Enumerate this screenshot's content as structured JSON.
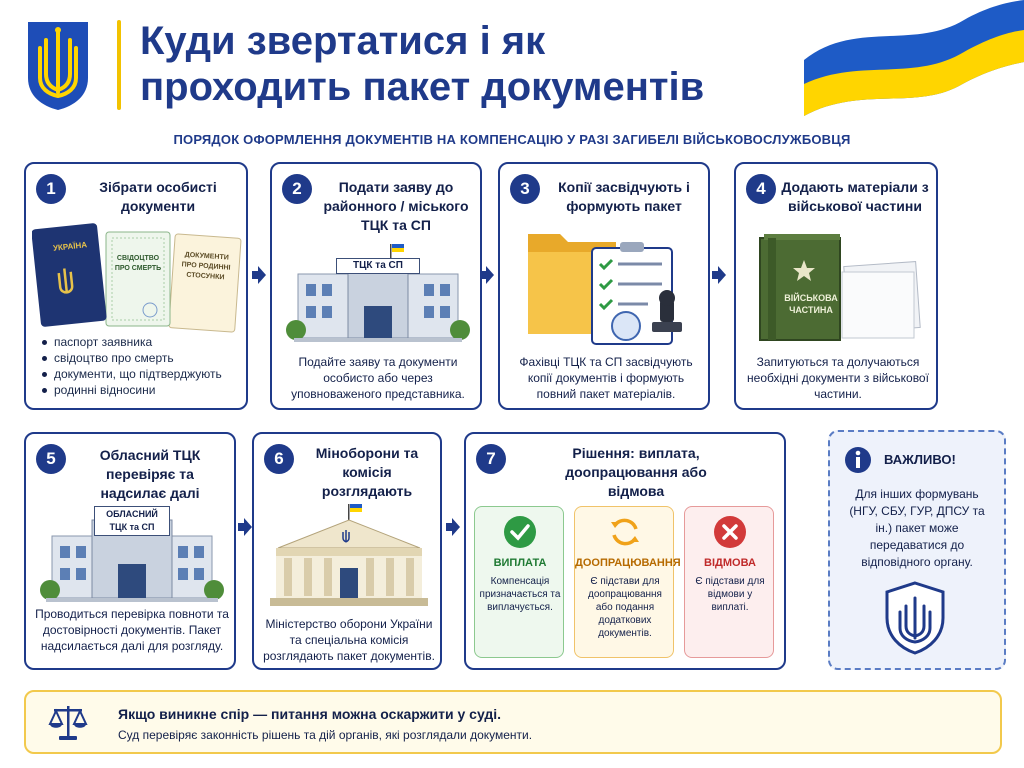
{
  "header": {
    "title_line1": "Куди звертатися і як",
    "title_line2": "проходить пакет документів",
    "subtitle": "ПОРЯДОК ОФОРМЛЕННЯ ДОКУМЕНТІВ НА КОМПЕНСАЦІЮ У РАЗІ ЗАГИБЕЛІ ВІЙСЬКОВОСЛУЖБОВЦЯ"
  },
  "steps": [
    {
      "number": "1",
      "title": "Зібрати особисті документи",
      "illustration": {
        "passport": "УКРАЇНА",
        "certificate": "СВІДОЦТВО ПРО СМЕРТЬ",
        "docs_line1": "ДОКУМЕНТИ",
        "docs_line2": "ПРО РОДИННІ",
        "docs_line3": "СТОСУНКИ"
      },
      "bullets": [
        "паспорт заявника",
        "свідоцтво про смерть",
        "документи, що підтверджують",
        "родинні відносини"
      ]
    },
    {
      "number": "2",
      "title": "Подати заяву до районного / міського ТЦК та СП",
      "sign": "ТЦК та СП",
      "description": "Подайте заяву та документи особисто або через уповноваженого представника."
    },
    {
      "number": "3",
      "title": "Копії засвідчують і формують пакет",
      "description": "Фахівці ТЦК та СП засвідчують копії документів і формують повний пакет матеріалів."
    },
    {
      "number": "4",
      "title": "Додають матеріали з військової частини",
      "folder_line1": "ВІЙСЬКОВА",
      "folder_line2": "ЧАСТИНА",
      "description": "Запитуються та долучаються необхідні документи з військової частини."
    },
    {
      "number": "5",
      "title": "Обласний ТЦК перевіряє та надсилає далі",
      "sign_line1": "ОБЛАСНИЙ",
      "sign_line2": "ТЦК та СП",
      "description": "Проводиться перевірка повноти та достовірності документів. Пакет надсилається далі для розгляду."
    },
    {
      "number": "6",
      "title": "Міноборони та комісія розглядають",
      "description": "Міністерство оборони України та спеціальна комісія розглядають пакет документів."
    },
    {
      "number": "7",
      "title": "Рішення: виплата, доопрацювання або відмова",
      "outcomes": [
        {
          "label": "ВИПЛАТА",
          "text": "Компенсація призначається та виплачується."
        },
        {
          "label": "ДООПРАЦЮВАННЯ",
          "text": "Є підстави для доопрацювання або подання додаткових документів."
        },
        {
          "label": "ВІДМОВА",
          "text": "Є підстави для відмови у виплаті."
        }
      ]
    }
  ],
  "important": {
    "title": "ВАЖЛИВО!",
    "text": "Для інших формувань (НГУ, СБУ, ГУР, ДПСУ та ін.) пакет може передаватися до відповідного органу."
  },
  "footer": {
    "title": "Якщо виникне спір — питання можна оскаржити у суді.",
    "text": "Суд перевіряє законність рішень та дій органів, які розглядали документи."
  },
  "colors": {
    "primary": "#1f3a8a",
    "accent_yellow": "#f2c200",
    "flag_blue": "#1e5bc6",
    "flag_yellow": "#ffd500",
    "success": "#2e9a44",
    "warning": "#f0a21a",
    "danger": "#d23a3a"
  }
}
